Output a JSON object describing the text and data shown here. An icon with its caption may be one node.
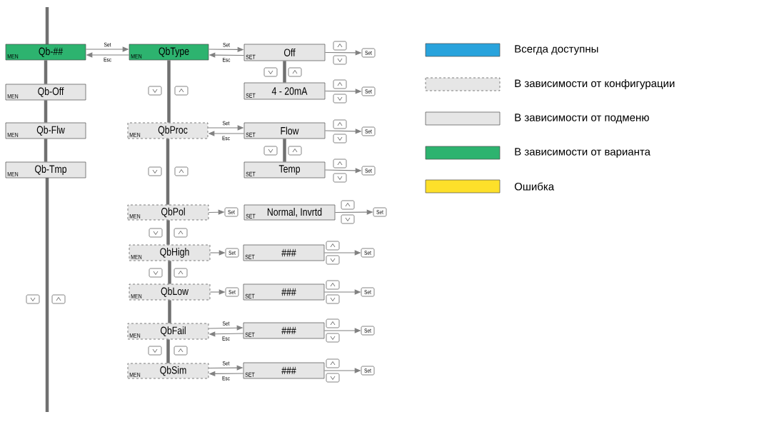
{
  "diagram": {
    "nodes": [
      {
        "text": [
          "MEN",
          "Qb-##"
        ]
      },
      {
        "text": [
          "MEN",
          "QbType"
        ]
      },
      {
        "text": [
          "SET",
          "Off"
        ]
      },
      {
        "text": [
          "Set"
        ]
      },
      {
        "text": [
          "SET",
          "4 - 20mA"
        ]
      },
      {
        "text": [
          "Set"
        ]
      },
      {
        "text": [
          "MEN",
          "Qb-Off"
        ]
      },
      {
        "text": [
          "MEN",
          "QbProc"
        ]
      },
      {
        "text": [
          "SET",
          "Flow"
        ]
      },
      {
        "text": [
          "Set"
        ]
      },
      {
        "text": [
          "MEN",
          "Qb-Flw"
        ]
      },
      {
        "text": [
          "SET",
          "Temp"
        ]
      },
      {
        "text": [
          "Set"
        ]
      },
      {
        "text": [
          "MEN",
          "Qb-Tmp"
        ]
      },
      {
        "text": [
          "MEN",
          "QbPol"
        ]
      },
      {
        "text": [
          "Set"
        ]
      },
      {
        "text": [
          "SET",
          "Normal, Invrtd"
        ]
      },
      {
        "text": [
          "Set"
        ]
      },
      {
        "text": [
          "MEN",
          "QbHigh"
        ]
      },
      {
        "text": [
          "Set"
        ]
      },
      {
        "text": [
          "SET",
          "###"
        ]
      },
      {
        "text": [
          "Set"
        ]
      },
      {
        "text": [
          "MEN",
          "QbLow"
        ]
      },
      {
        "text": [
          "Set"
        ]
      },
      {
        "text": [
          "SET",
          "###"
        ]
      },
      {
        "text": [
          "Set"
        ]
      },
      {
        "text": [
          "MEN",
          "QbFail"
        ]
      },
      {
        "text": [
          "SET",
          "###"
        ]
      },
      {
        "text": [
          "Set"
        ]
      },
      {
        "text": [
          "MEN",
          "QbSim"
        ]
      },
      {
        "text": [
          "SET",
          "###"
        ]
      },
      {
        "text": [
          "Set"
        ]
      }
    ],
    "edges": [
      {
        "from": 0,
        "to": 1,
        "arrow": "to",
        "label": "Set"
      },
      {
        "from": 1,
        "to": 0,
        "arrow": "to",
        "label": "Esc"
      },
      {
        "from": 1,
        "to": 2,
        "arrow": "to",
        "label": "Set"
      },
      {
        "from": 2,
        "to": 1,
        "arrow": "to",
        "label": "Esc"
      },
      {
        "from": 2,
        "to": 3,
        "arrow": "to"
      },
      {
        "from": 4,
        "to": 5,
        "arrow": "to"
      },
      {
        "from": 7,
        "to": 8,
        "arrow": "to",
        "label": "Set"
      },
      {
        "from": 8,
        "to": 7,
        "arrow": "to",
        "label": "Esc"
      },
      {
        "from": 8,
        "to": 9,
        "arrow": "to"
      },
      {
        "from": 11,
        "to": 12,
        "arrow": "to"
      },
      {
        "from": 14,
        "to": 15,
        "arrow": "to"
      },
      {
        "from": 16,
        "to": 17,
        "arrow": "to"
      },
      {
        "from": 18,
        "to": 19,
        "arrow": "to"
      },
      {
        "from": 20,
        "to": 21,
        "arrow": "to"
      },
      {
        "from": 22,
        "to": 23,
        "arrow": "to"
      },
      {
        "from": 24,
        "to": 25,
        "arrow": "to"
      },
      {
        "from": 26,
        "to": 27,
        "arrow": "to",
        "label": "Set"
      },
      {
        "from": 27,
        "to": 26,
        "arrow": "to",
        "label": "Esc"
      },
      {
        "from": 27,
        "to": 28,
        "arrow": "to"
      },
      {
        "from": 29,
        "to": 30,
        "arrow": "to",
        "label": "Set"
      },
      {
        "from": 30,
        "to": 29,
        "arrow": "to",
        "label": "Esc"
      },
      {
        "from": 30,
        "to": 31,
        "arrow": "to"
      },
      {
        "from": 0,
        "to": 6,
        "arrow": "none",
        "style": "thick"
      },
      {
        "from": 6,
        "to": 10,
        "arrow": "none",
        "style": "thick"
      },
      {
        "from": 10,
        "to": 13,
        "arrow": "none",
        "style": "thick"
      },
      {
        "from": 1,
        "to": 7,
        "arrow": "none",
        "style": "thick"
      },
      {
        "from": 7,
        "to": 14,
        "arrow": "none",
        "style": "thick"
      },
      {
        "from": 14,
        "to": 18,
        "arrow": "none",
        "style": "thick"
      },
      {
        "from": 18,
        "to": 22,
        "arrow": "none",
        "style": "thick"
      },
      {
        "from": 22,
        "to": 26,
        "arrow": "none",
        "style": "thick"
      },
      {
        "from": 26,
        "to": 29,
        "arrow": "none",
        "style": "thick"
      },
      {
        "from": 2,
        "to": 4,
        "arrow": "none",
        "style": "thick"
      },
      {
        "from": 8,
        "to": 11,
        "arrow": "none",
        "style": "thick"
      }
    ],
    "legend": [
      {
        "text": "Всегда доступны",
        "color": "#29a3dc"
      },
      {
        "text": "В зависимости от конфигурации",
        "color": "#e6e6e6"
      },
      {
        "text": "В зависимости от подменю",
        "color": "#e6e6e6"
      },
      {
        "text": "В зависимости от варианта",
        "color": "#2db36f"
      },
      {
        "text": "Ошибка",
        "color": "#fde02a"
      }
    ]
  }
}
